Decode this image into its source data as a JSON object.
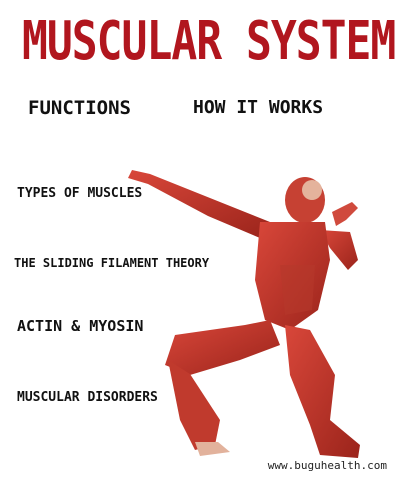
{
  "header": {
    "title": "MUSCULAR SYSTEM"
  },
  "nav": {
    "functions": "FUNCTIONS",
    "how_it_works": "HOW IT WORKS"
  },
  "topics": [
    "TYPES OF MUSCLES",
    "THE SLIDING FILAMENT THEORY",
    "ACTIN & MYOSIN",
    "MUSCULAR DISORDERS"
  ],
  "watermark": "www.buguhealth.com",
  "colors": {
    "title": "#b1161e",
    "muscle": "#c8382b",
    "muscle_dark": "#8f1f17",
    "skin": "#e8b7a0"
  },
  "figure": {
    "icon": "anatomy-muscle-figure-icon"
  }
}
